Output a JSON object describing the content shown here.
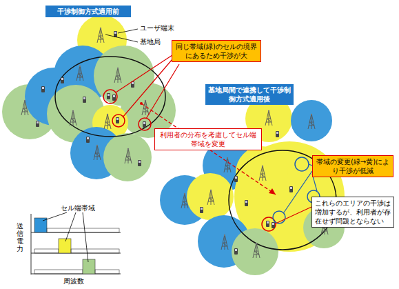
{
  "diagram": {
    "nodes": [
      {
        "text": [
          "干渉制御方式適用前"
        ]
      },
      {
        "text": [
          "同じ帯域(緑)のセルの境界にあるため干渉が大"
        ]
      },
      {
        "text": [
          "基地局間で連携して干渉制御方式適用後"
        ]
      },
      {
        "text": [
          "利用者の分布を考慮してセル端帯域を変更"
        ]
      },
      {
        "text": [
          "帯域の変更(緑→黄)により干渉が低減"
        ]
      },
      {
        "text": [
          "これらのエリアの干渉は増加するが、利用者が存在せず問題とならない"
        ]
      }
    ],
    "labels": [
      "ユーザ端末",
      "基地局",
      "セル端帯域",
      "送信電力",
      "周波数"
    ]
  }
}
